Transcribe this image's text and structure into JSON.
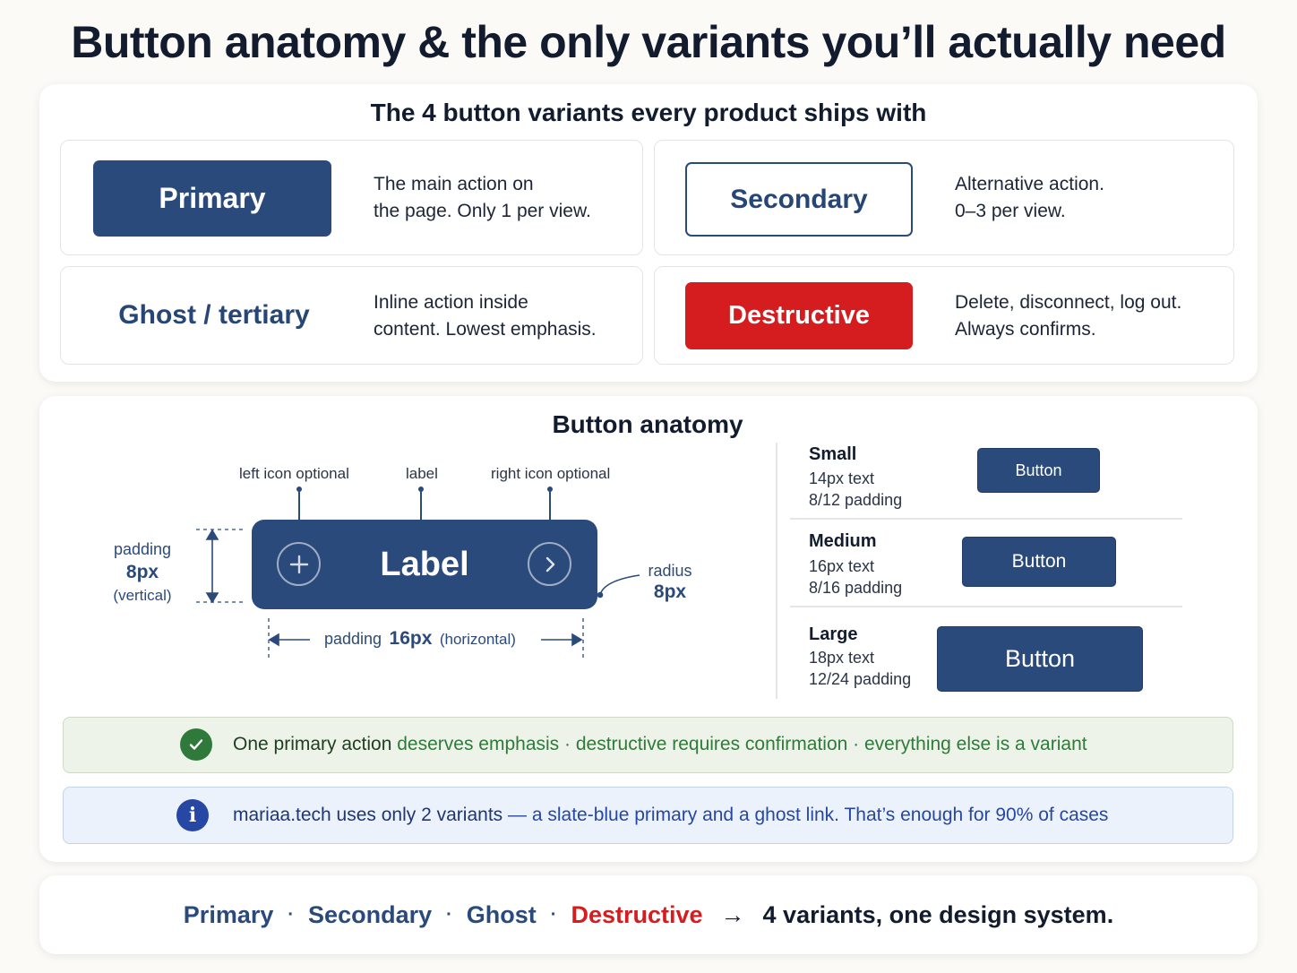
{
  "title": "Button anatomy & the only variants you’ll actually need",
  "variants": {
    "heading": "The 4 button variants every product ships with",
    "items": [
      {
        "label": "Primary",
        "desc_line1": "The main action on",
        "desc_line2": "the page. Only 1 per view."
      },
      {
        "label": "Secondary",
        "desc_line1": "Alternative action.",
        "desc_line2": "0–3 per view."
      },
      {
        "label": "Ghost / tertiary",
        "desc_line1": "Inline action inside",
        "desc_line2": "content. Lowest emphasis."
      },
      {
        "label": "Destructive",
        "desc_line1": "Delete, disconnect, log out.",
        "desc_line2": "Always confirms."
      }
    ]
  },
  "anatomy": {
    "heading": "Button anatomy",
    "callout_left_icon": "left icon optional",
    "callout_label": "label",
    "callout_right_icon": "right icon optional",
    "button_label": "Label",
    "left_icon": "plus-icon",
    "right_icon": "chevron-right-icon",
    "padding_v_word": "padding",
    "padding_v_value": "8px",
    "padding_v_note": "(vertical)",
    "radius_word": "radius",
    "radius_value": "8px",
    "padding_h_word": "padding",
    "padding_h_value": "16px",
    "padding_h_note": "(horizontal)"
  },
  "sizes": [
    {
      "name": "Small",
      "text": "14px text",
      "padding": "8/12 padding",
      "button": "Button"
    },
    {
      "name": "Medium",
      "text": "16px text",
      "padding": "8/16 padding",
      "button": "Button"
    },
    {
      "name": "Large",
      "text": "18px text",
      "padding": "12/24 padding",
      "button": "Button"
    }
  ],
  "banners": {
    "green_bold": "One primary action",
    "green_rest": "deserves emphasis · destructive requires confirmation · everything else is a variant",
    "blue_bold": "mariaa.tech uses only 2 variants",
    "blue_rest": "— a slate-blue primary and a ghost link. That’s enough for 90% of cases"
  },
  "footer": {
    "primary": "Primary",
    "secondary": "Secondary",
    "ghost": "Ghost",
    "destructive": "Destructive",
    "sep": "·",
    "arrow": "→",
    "summary": "4 variants, one design system."
  },
  "colors": {
    "primary": "#2b4a7c",
    "destructive": "#d51d1f",
    "success": "#2f7a3b",
    "info": "#2647a3"
  }
}
